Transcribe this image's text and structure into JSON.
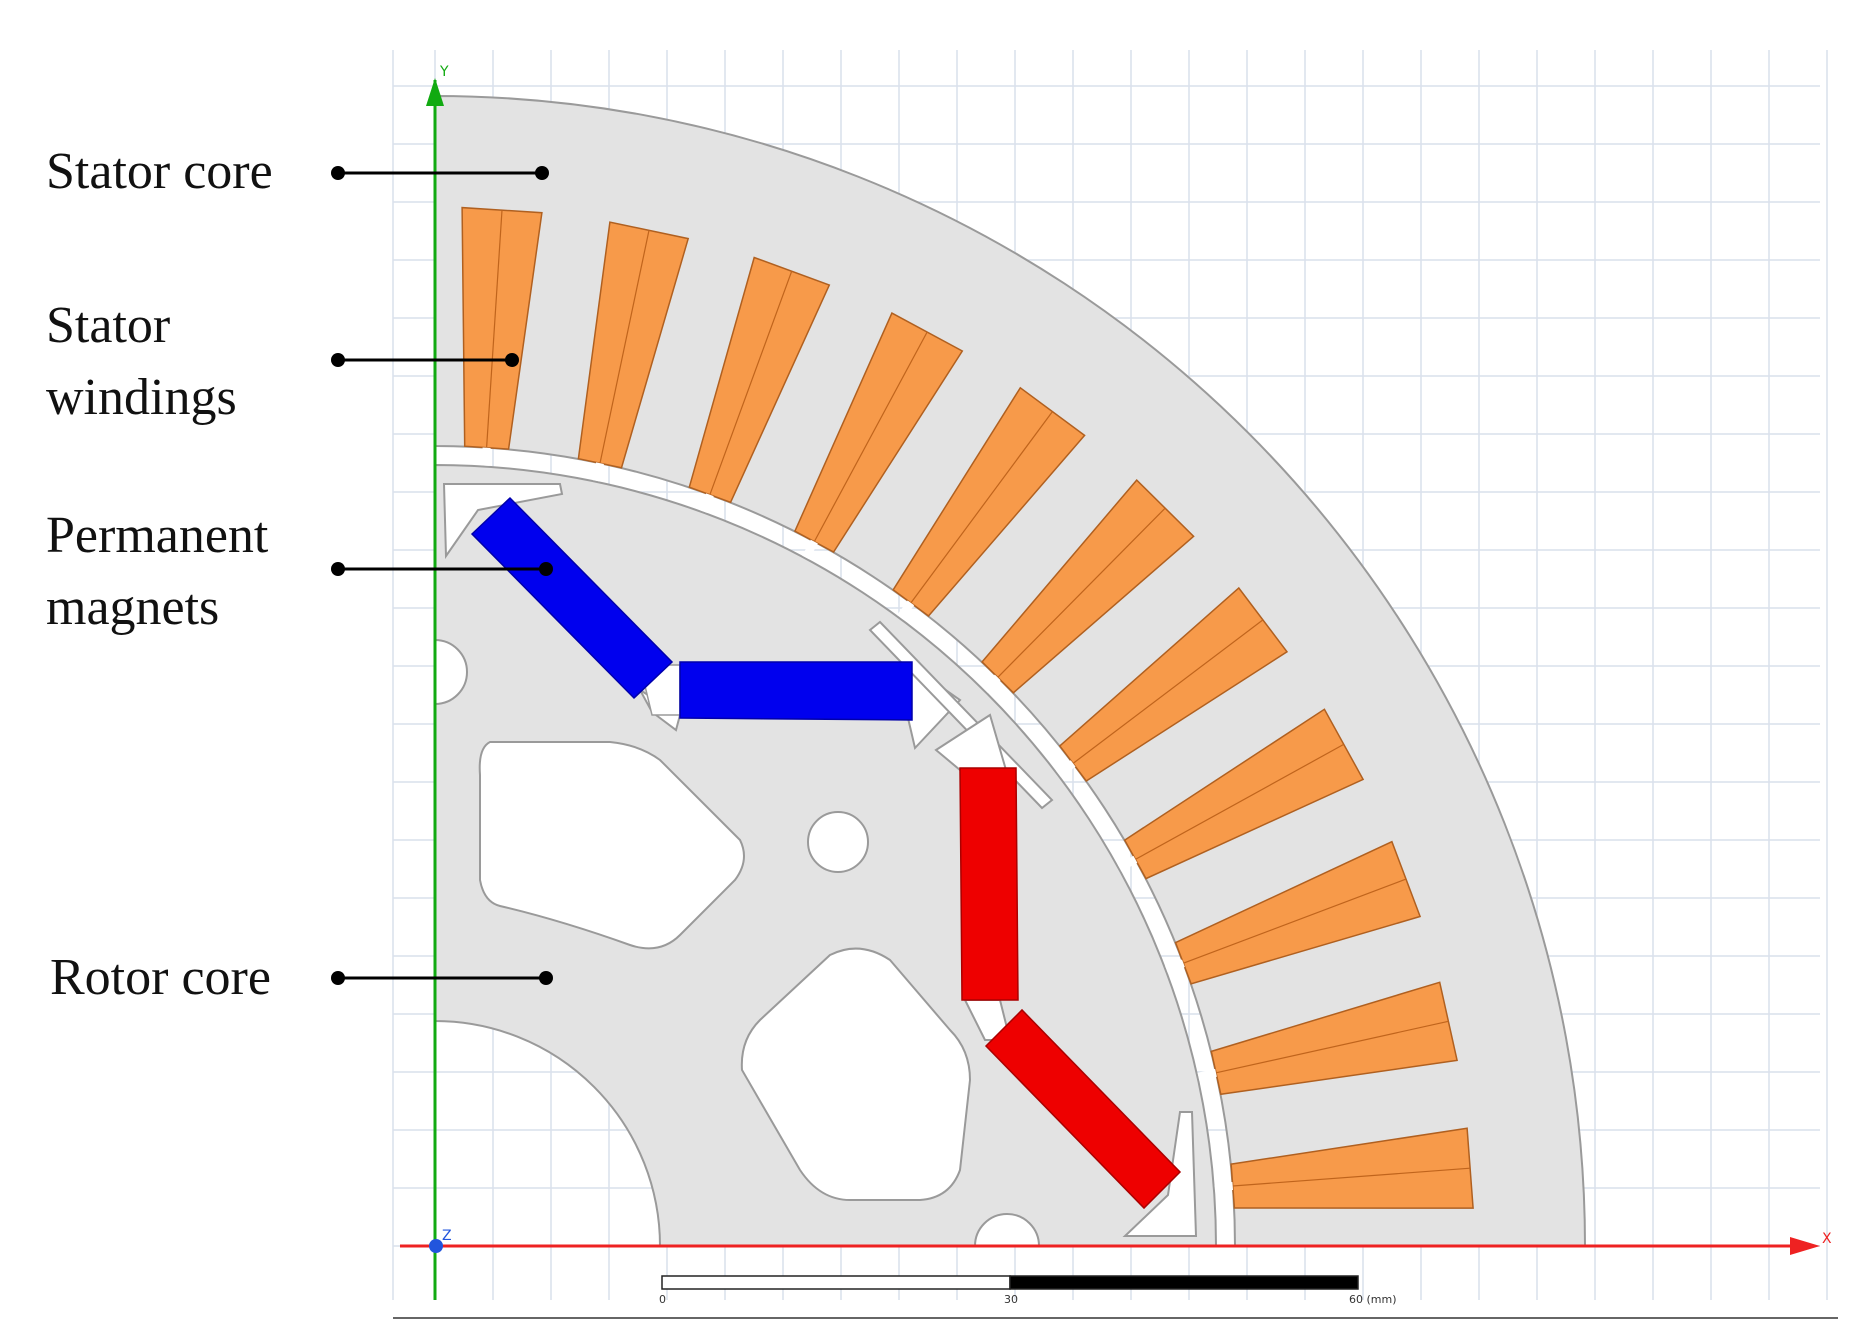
{
  "labels": {
    "stator_core": "Stator core",
    "stator_windings_1": "Stator",
    "stator_windings_2": "windings",
    "permanent_magnets_1": "Permanent",
    "permanent_magnets_2": "magnets",
    "rotor_core": "Rotor core"
  },
  "axes": {
    "x": "X",
    "y": "Y",
    "z": "Z"
  },
  "scale_bar": {
    "tick0": "0",
    "tick1": "30",
    "tick2": "60 (mm)"
  },
  "colors": {
    "stator_core": "#e3e3e3",
    "rotor_core": "#e3e3e3",
    "windings": "#f79a4a",
    "magnet_north": "#0000ee",
    "magnet_south": "#ee0000",
    "x_axis": "#ee2222",
    "y_axis": "#11aa11",
    "grid": "#d9e0ec"
  },
  "icons": [
    "label-dot-icon",
    "axis-arrow-icon"
  ]
}
